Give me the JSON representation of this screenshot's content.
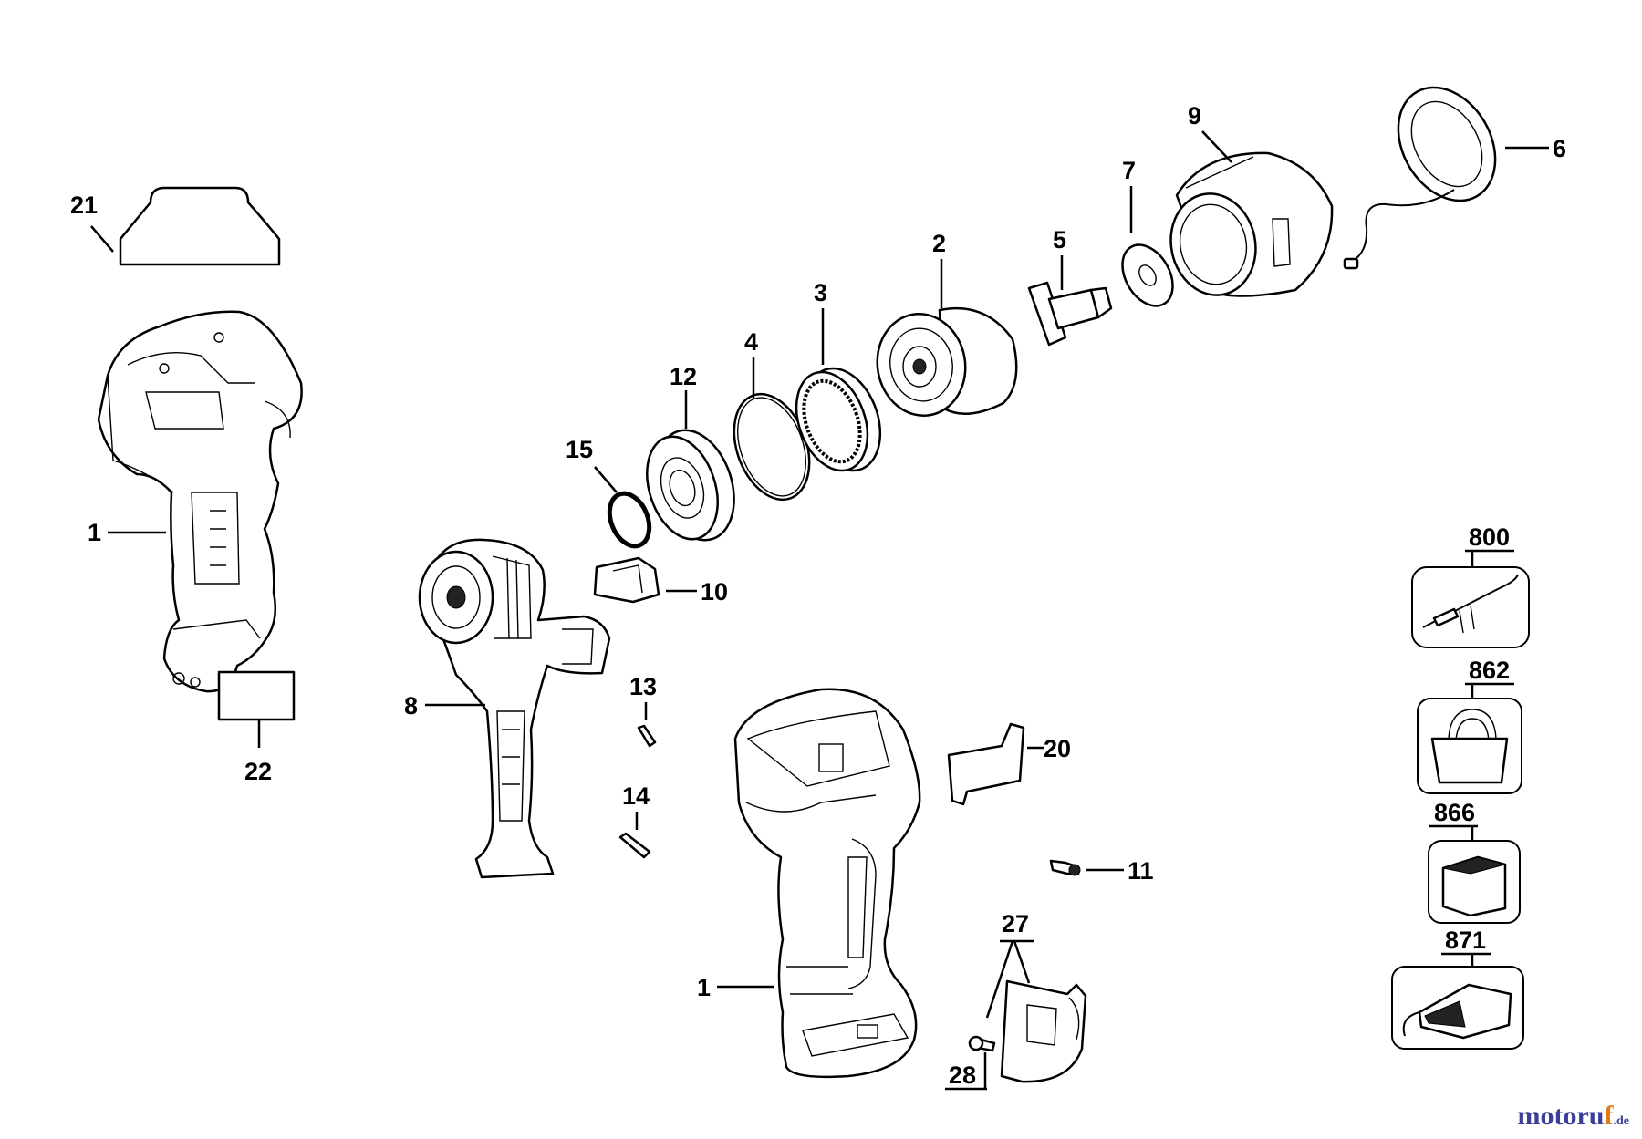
{
  "diagram": {
    "callouts": [
      {
        "id": "21",
        "label": "21"
      },
      {
        "id": "22",
        "label": "22"
      },
      {
        "id": "1a",
        "label": "1"
      },
      {
        "id": "1b",
        "label": "1"
      },
      {
        "id": "8",
        "label": "8"
      },
      {
        "id": "15",
        "label": "15"
      },
      {
        "id": "12",
        "label": "12"
      },
      {
        "id": "4",
        "label": "4"
      },
      {
        "id": "3",
        "label": "3"
      },
      {
        "id": "2",
        "label": "2"
      },
      {
        "id": "5",
        "label": "5"
      },
      {
        "id": "7",
        "label": "7"
      },
      {
        "id": "9",
        "label": "9"
      },
      {
        "id": "6",
        "label": "6"
      },
      {
        "id": "10",
        "label": "10"
      },
      {
        "id": "13",
        "label": "13"
      },
      {
        "id": "14",
        "label": "14"
      },
      {
        "id": "20",
        "label": "20"
      },
      {
        "id": "11",
        "label": "11"
      },
      {
        "id": "27",
        "label": "27"
      },
      {
        "id": "28",
        "label": "28"
      },
      {
        "id": "800",
        "label": "800"
      },
      {
        "id": "862",
        "label": "862"
      },
      {
        "id": "866",
        "label": "866"
      },
      {
        "id": "871",
        "label": "871"
      }
    ]
  },
  "watermark": {
    "part1": "motoru",
    "part2": "f",
    "part3": ".de"
  }
}
